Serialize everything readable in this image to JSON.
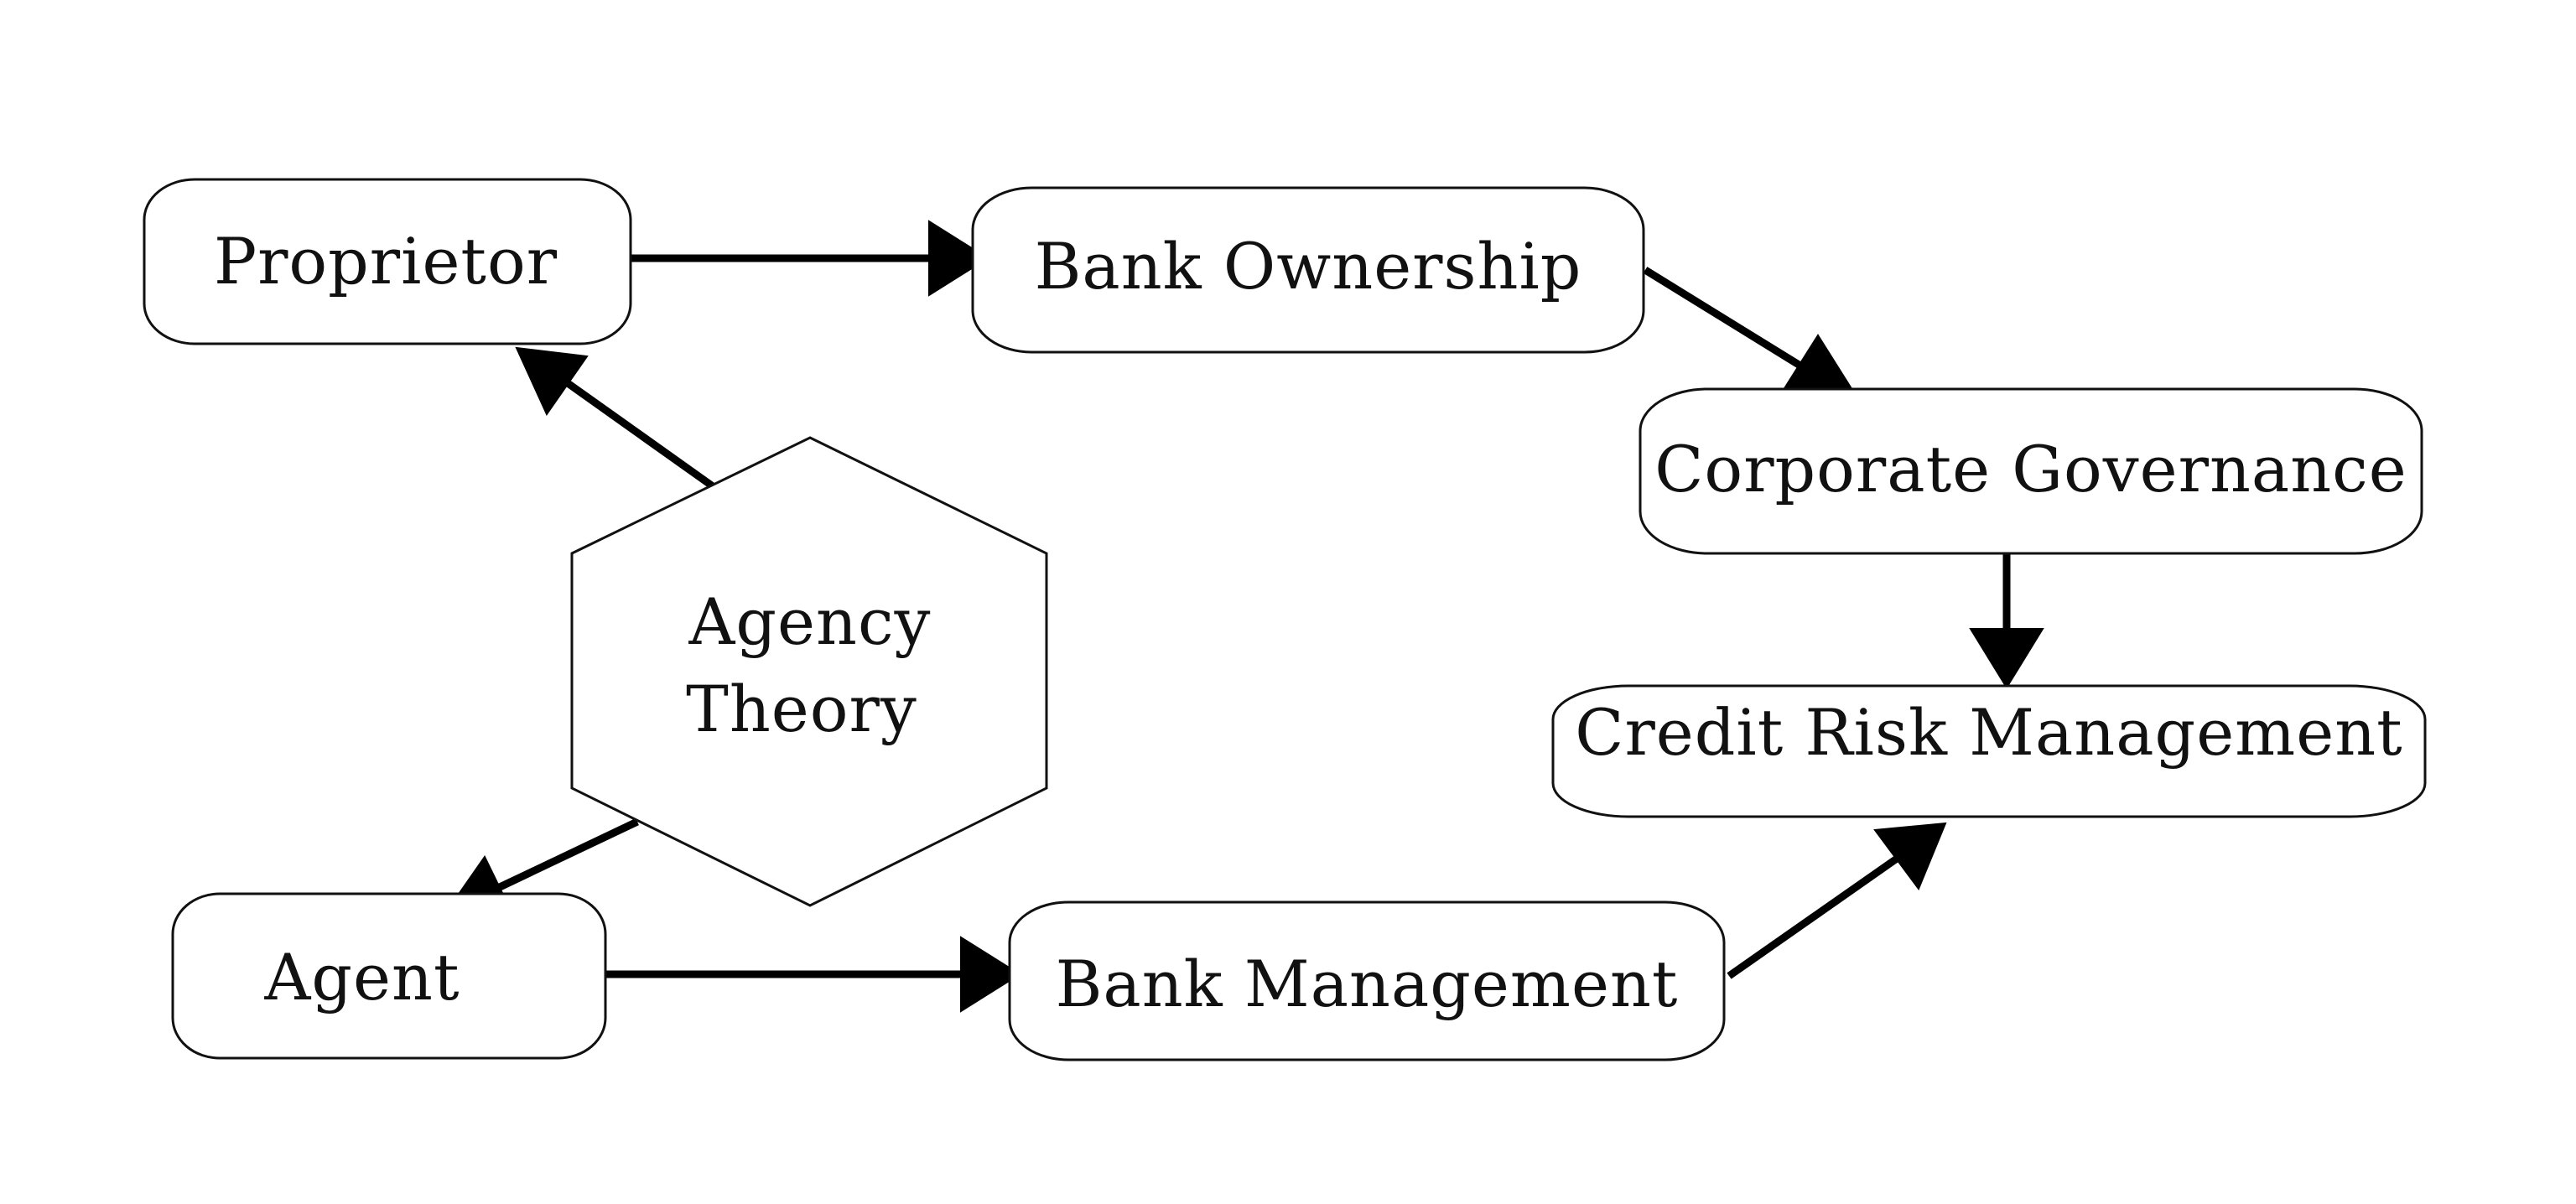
{
  "colors": {
    "background": "#ffffff",
    "stroke": "#111111",
    "arrow": "#000000",
    "text": "#111111"
  },
  "nodes": {
    "proprietor": "Proprietor",
    "bank_ownership": "Bank Ownership",
    "corporate_governance": "Corporate Governance",
    "credit_risk_management": "Credit Risk Management",
    "agency_theory_line1": "Agency",
    "agency_theory_line2": "Theory",
    "agent": "Agent",
    "bank_management": "Bank Management"
  }
}
